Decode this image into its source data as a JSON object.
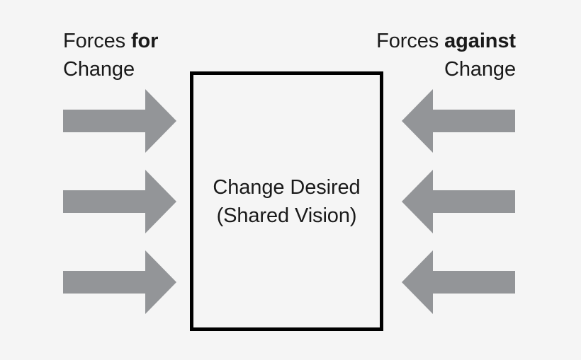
{
  "diagram": {
    "type": "force-field-analysis",
    "background_color": "#f5f5f5",
    "arrow_color": "#939598",
    "box_border_color": "#000000",
    "text_color": "#1a1a1a"
  },
  "left_label": {
    "line1_prefix": "Forces ",
    "line1_emphasis": "for",
    "line2": "Change"
  },
  "right_label": {
    "line1_prefix": "Forces ",
    "line1_emphasis": "against",
    "line2": "Change"
  },
  "center_box": {
    "line1": "Change Desired",
    "line2": "(Shared Vision)"
  },
  "arrows": {
    "left": [
      {
        "name": "force-for-arrow-1",
        "direction": "right"
      },
      {
        "name": "force-for-arrow-2",
        "direction": "right"
      },
      {
        "name": "force-for-arrow-3",
        "direction": "right"
      }
    ],
    "right": [
      {
        "name": "force-against-arrow-1",
        "direction": "left"
      },
      {
        "name": "force-against-arrow-2",
        "direction": "left"
      },
      {
        "name": "force-against-arrow-3",
        "direction": "left"
      }
    ]
  }
}
